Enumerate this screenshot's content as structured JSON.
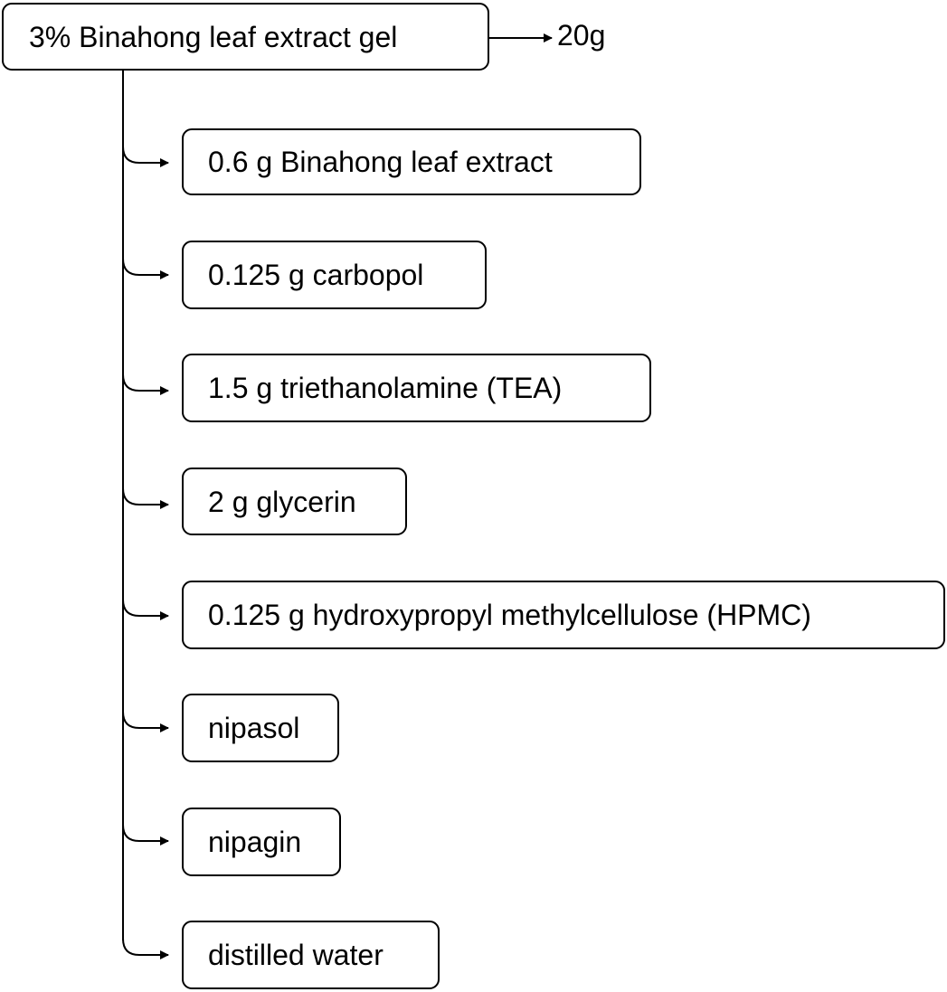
{
  "diagram": {
    "root": {
      "label": "3% Binahong leaf extract gel"
    },
    "result": {
      "label": "20g"
    },
    "ingredients": [
      {
        "label": "0.6 g Binahong leaf extract"
      },
      {
        "label": "0.125 g carbopol"
      },
      {
        "label": "1.5 g triethanolamine (TEA)"
      },
      {
        "label": "2 g glycerin"
      },
      {
        "label": "0.125 g hydroxypropyl methylcellulose (HPMC)"
      },
      {
        "label": "nipasol"
      },
      {
        "label": "nipagin"
      },
      {
        "label": "distilled water"
      }
    ]
  }
}
